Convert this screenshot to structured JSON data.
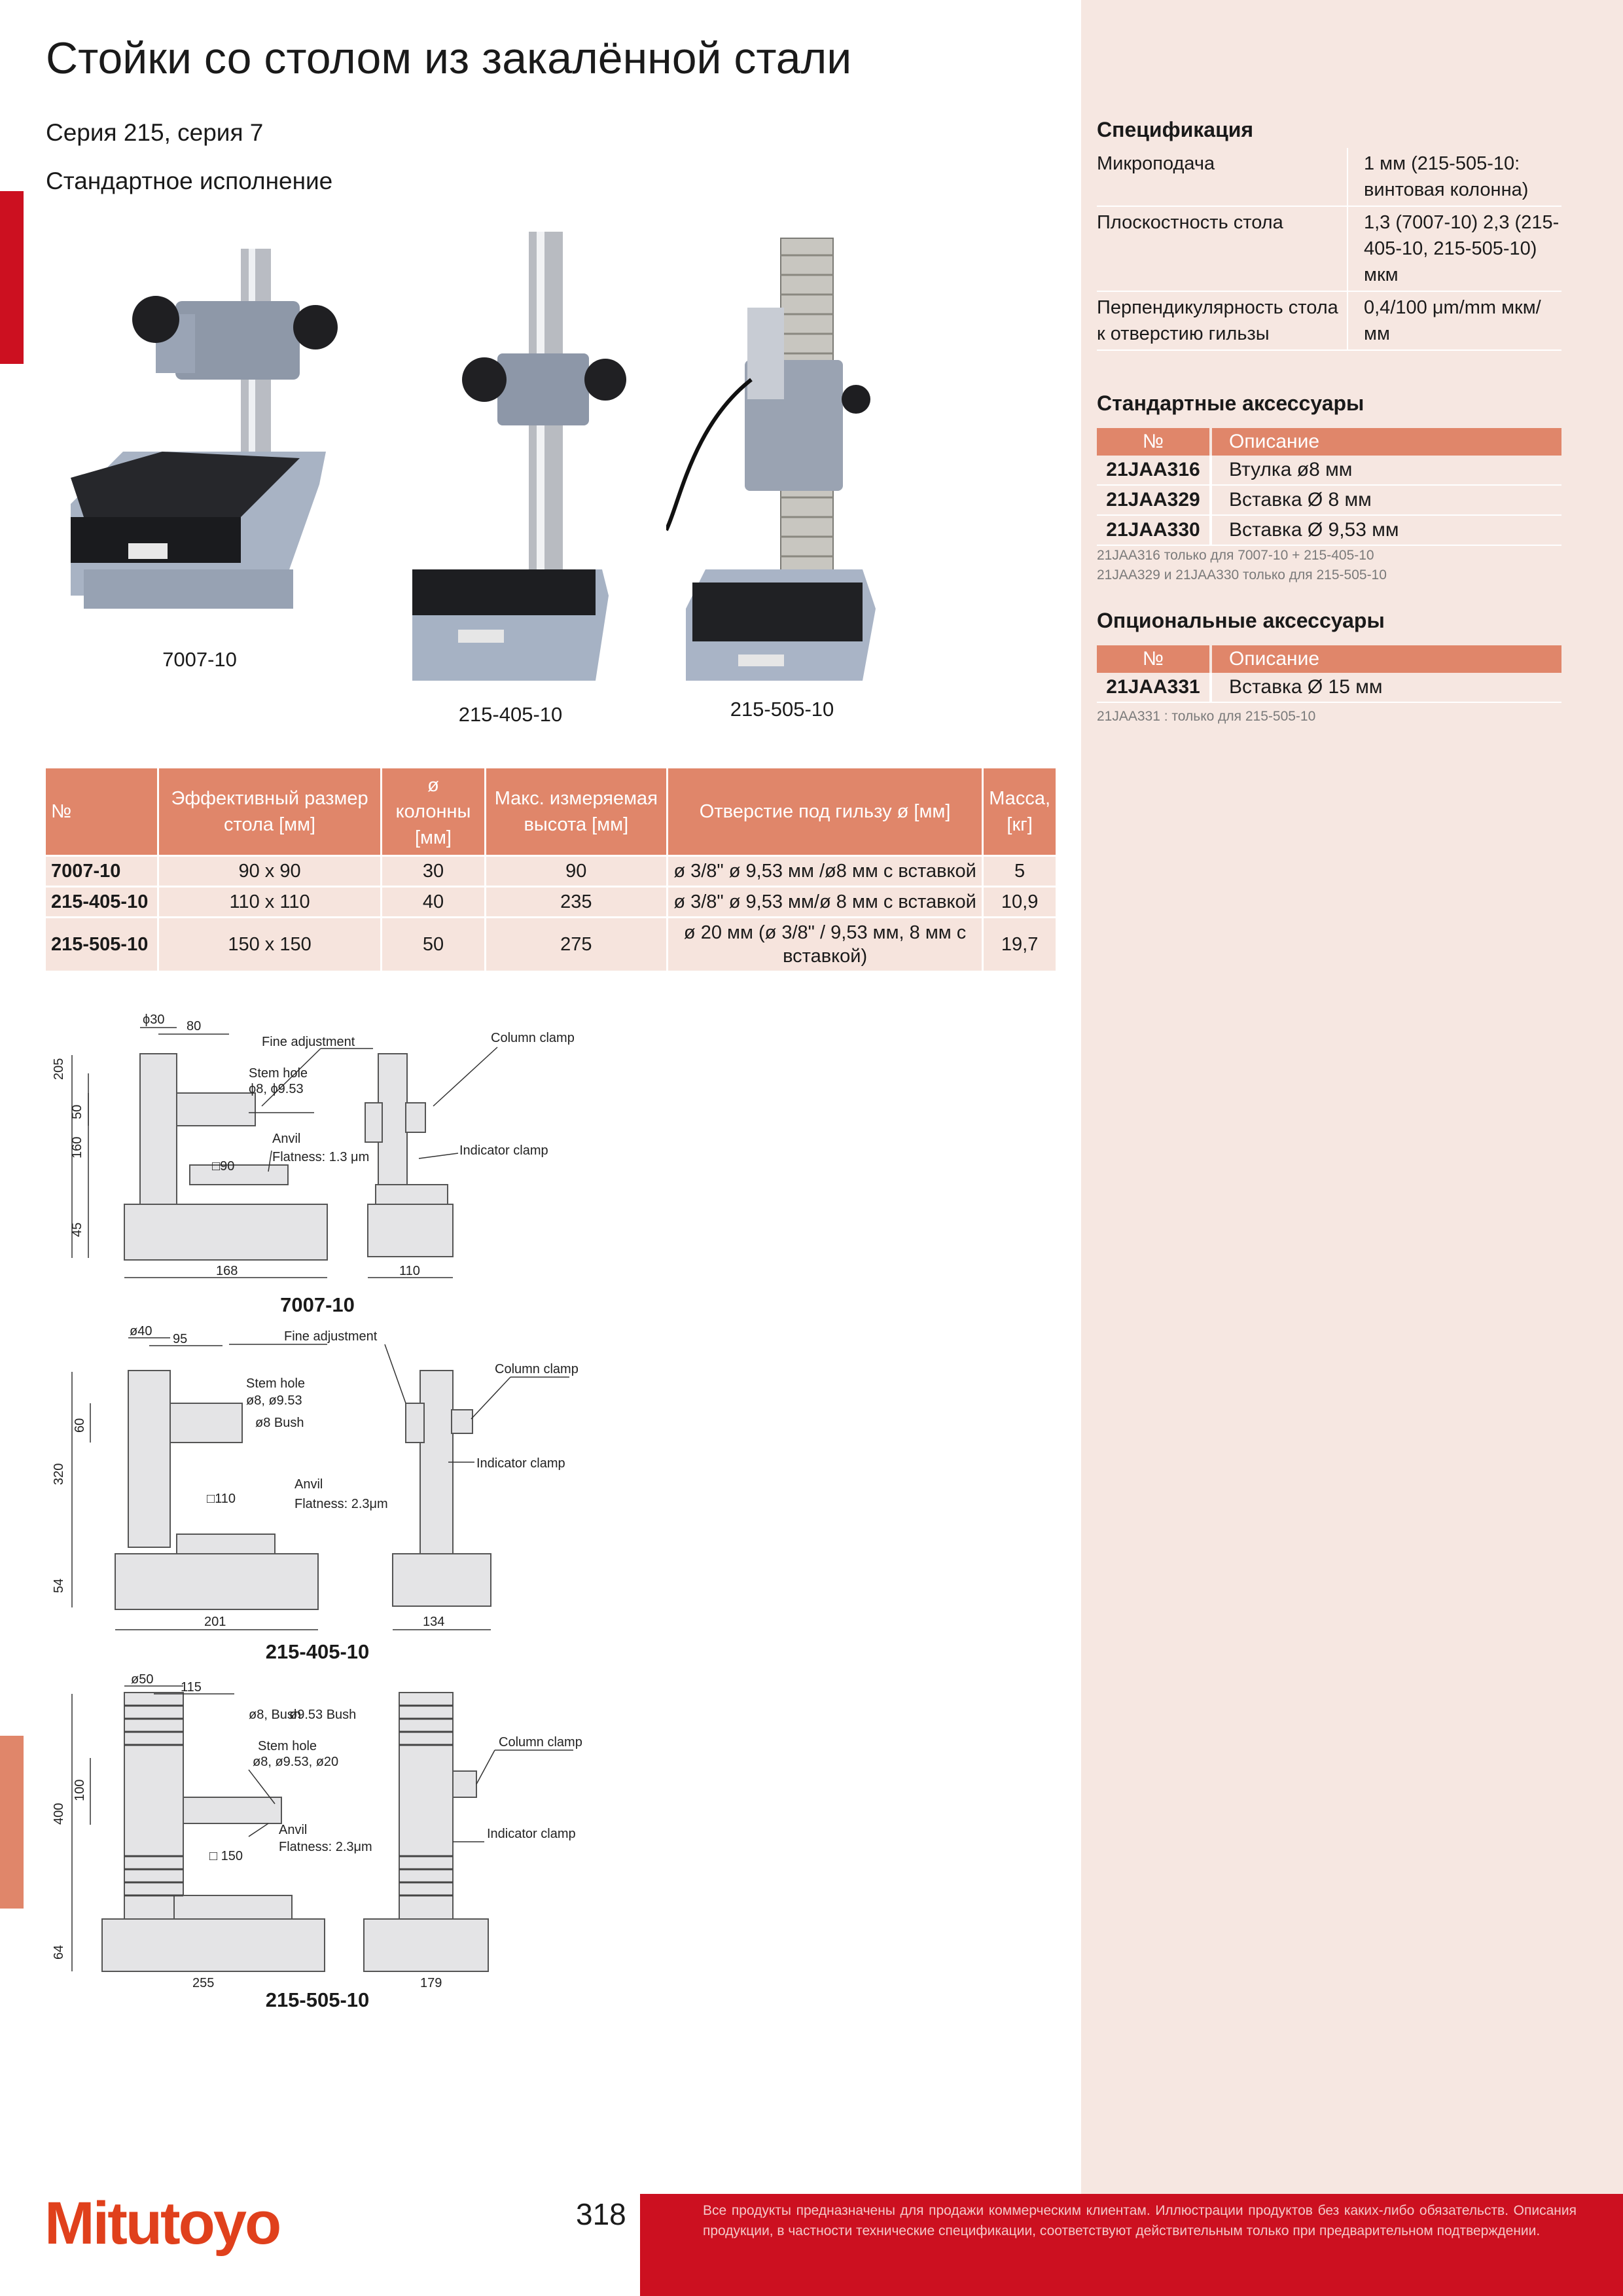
{
  "title": "Стойки со столом из закалённой стали",
  "series": "Серия 215, серия 7",
  "variant": "Стандартное исполнение",
  "photos": [
    {
      "caption": "7007-10"
    },
    {
      "caption": "215-405-10"
    },
    {
      "caption": "215-505-10"
    }
  ],
  "table": {
    "headers": [
      "№",
      "Эффективный размер стола [мм]",
      "ø колонны [мм]",
      "Макс. измеряемая высота [мм]",
      "Отверстие под гильзу ø [мм]",
      "Масса, [кг]"
    ],
    "rows": [
      {
        "model": "7007-10",
        "size": "90 x 90",
        "column": "30",
        "height": "90",
        "hole": "ø 3/8\" ø 9,53 мм /ø8 мм с вставкой",
        "mass": "5"
      },
      {
        "model": "215-405-10",
        "size": "110 x 110",
        "column": "40",
        "height": "235",
        "hole": "ø 3/8\" ø 9,53 мм/ø 8 мм с вставкой",
        "mass": "10,9"
      },
      {
        "model": "215-505-10",
        "size": "150 x 150",
        "column": "50",
        "height": "275",
        "hole": "ø 20 мм (ø 3/8\" / 9,53 мм, 8 мм с вставкой)",
        "mass": "19,7"
      }
    ]
  },
  "drawings": [
    {
      "caption": "7007-10",
      "labels": {
        "fine": "Fine adjustment",
        "column_clamp": "Column clamp",
        "stem": "Stem hole",
        "stem_d": "ϕ8, ϕ9.53",
        "anvil": "Anvil",
        "flatness": "Flatness: 1.3 μm",
        "indicator": "Indicator clamp",
        "table": "□90"
      },
      "dims": {
        "d_col": "ϕ30",
        "w": "80",
        "h1": "50",
        "h2": "160",
        "h3": "205",
        "h4": "45",
        "base": "168",
        "side": "110"
      }
    },
    {
      "caption": "215-405-10",
      "labels": {
        "fine": "Fine adjustment",
        "column_clamp": "Column clamp",
        "stem": "Stem hole",
        "stem_d": "ø8, ø9.53",
        "bush": "ø8 Bush",
        "anvil": "Anvil",
        "flatness": "Flatness: 2.3μm",
        "indicator": "Indicator clamp",
        "table": "□110"
      },
      "dims": {
        "d_col": "ø40",
        "w": "95",
        "h1": "60",
        "h2": "320",
        "h4": "54",
        "base": "201",
        "side": "134"
      }
    },
    {
      "caption": "215-505-10",
      "labels": {
        "column_clamp": "Column clamp",
        "stem": "Stem hole",
        "stem_d": "ø8, ø9.53, ø20",
        "bush1": "ø8, Bush",
        "bush2": "ø9.53 Bush",
        "anvil": "Anvil",
        "flatness": "Flatness: 2.3μm",
        "indicator": "Indicator clamp",
        "table": "□ 150"
      },
      "dims": {
        "d_col": "ø50",
        "w": "115",
        "h1": "100",
        "h2": "400",
        "h4": "64",
        "base": "255",
        "side": "179"
      }
    }
  ],
  "spec": {
    "heading": "Спецификация",
    "rows": [
      {
        "label": "Микроподача",
        "value": "1 мм (215-505-10: винтовая колонна)"
      },
      {
        "label": "Плоскостность стола",
        "value": "1,3 (7007-10) 2,3 (215-405-10, 215-505-10) мкм"
      },
      {
        "label": "Перпендикулярность стола к отверстию гильзы",
        "value": "0,4/100 μm/mm мкм/мм"
      }
    ]
  },
  "std_acc": {
    "heading": "Стандартные аксессуары",
    "col_no": "№",
    "col_desc": "Описание",
    "rows": [
      {
        "no": "21JAA316",
        "desc": "Втулка ø8 мм"
      },
      {
        "no": "21JAA329",
        "desc": "Вставка Ø 8 мм"
      },
      {
        "no": "21JAA330",
        "desc": "Вставка Ø 9,53 мм"
      }
    ],
    "note1": "21JAA316 только для 7007-10 + 215-405-10",
    "note2": "21JAA329 и 21JAA330 только для 215-505-10"
  },
  "opt_acc": {
    "heading": "Опциональные аксессуары",
    "col_no": "№",
    "col_desc": "Описание",
    "rows": [
      {
        "no": "21JAA331",
        "desc": "Вставка Ø 15 мм"
      }
    ],
    "note": "21JAA331 : только для 215-505-10"
  },
  "footer": {
    "logo": "Mitutoyo",
    "page": "318",
    "disclaimer": "Все продукты предназначены для продажи коммерческим клиентам. Иллюстрации продуктов без каких-либо обязательств. Описания продукции, в частности технические спецификации, соответствуют действительным только при предварительном подтверждении."
  },
  "colors": {
    "accent_red": "#cc1020",
    "table_header": "#e0866a",
    "sidebar_bg": "#f6e7e1",
    "logo": "#e0401c"
  }
}
